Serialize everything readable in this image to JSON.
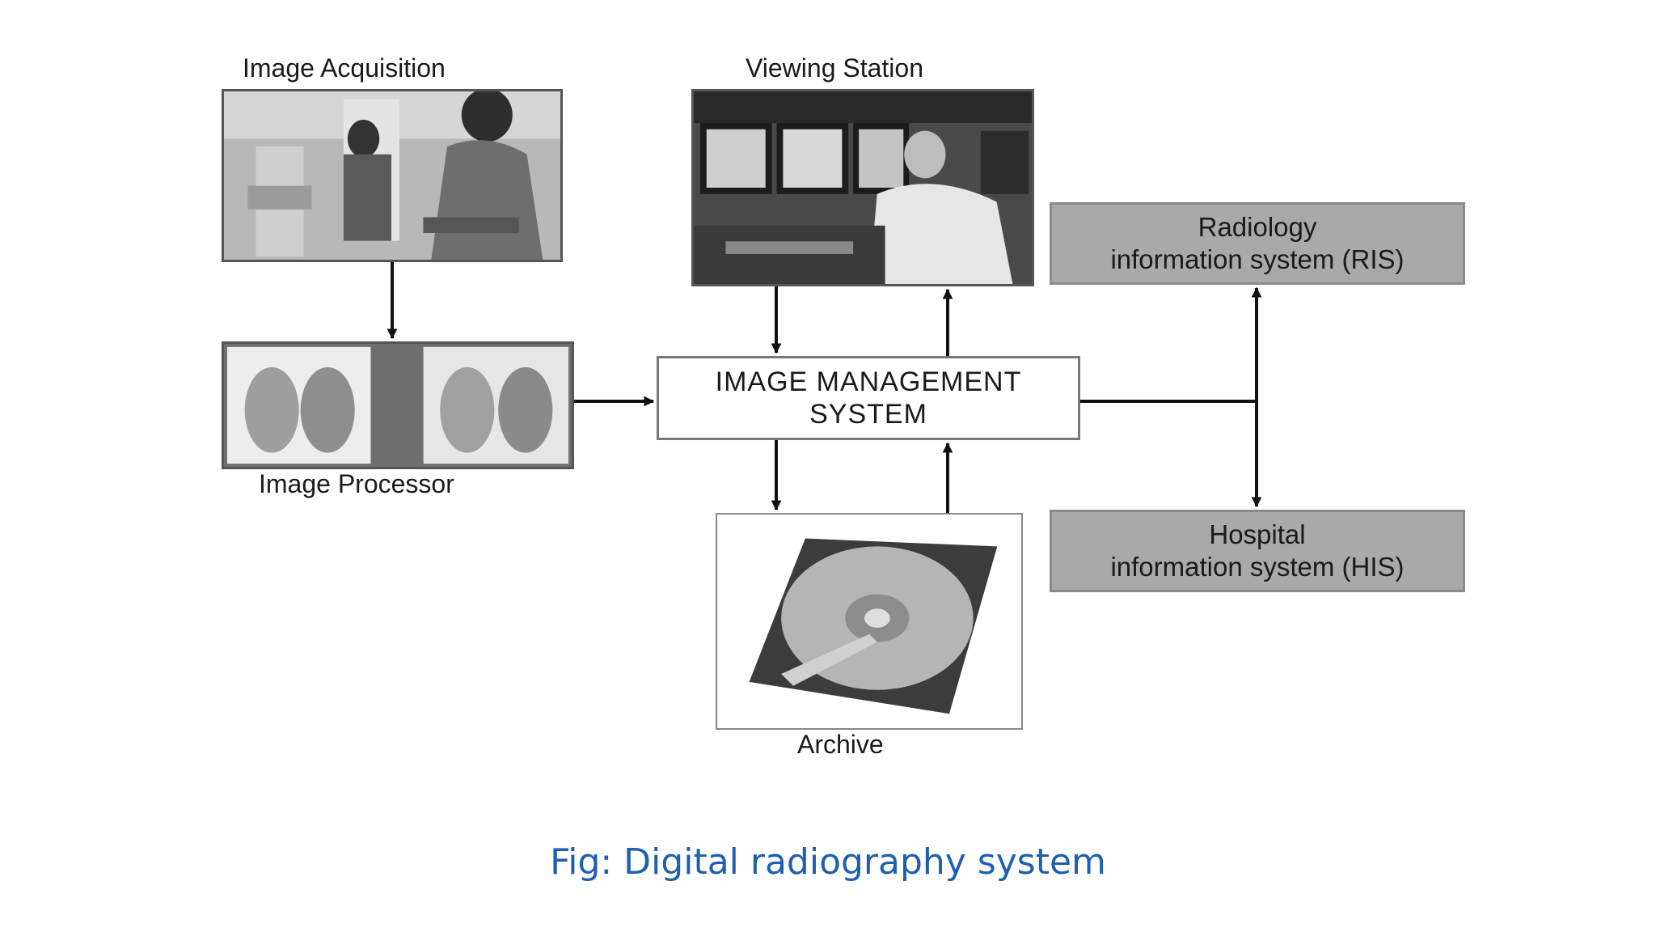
{
  "diagram": {
    "image_acquisition_label": "Image Acquisition",
    "viewing_station_label": "Viewing Station",
    "image_processor_label": "Image Processor",
    "archive_label": "Archive",
    "ims": {
      "line1": "IMAGE MANAGEMENT",
      "line2": "SYSTEM"
    },
    "ris": {
      "line1": "Radiology",
      "line2": "information system (RIS)"
    },
    "his": {
      "line1": "Hospital",
      "line2": "information system (HIS)"
    }
  },
  "caption": "Fig: Digital radiography system",
  "colors": {
    "caption": "#1f5fb0",
    "gray_box": "#a9a9a9",
    "arrow": "#111111"
  }
}
